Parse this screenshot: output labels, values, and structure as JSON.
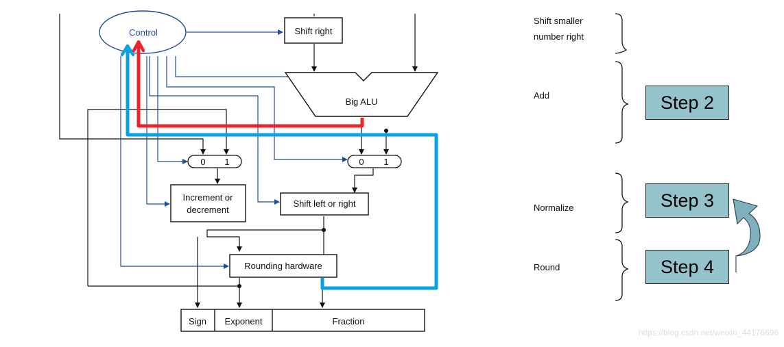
{
  "diagram": {
    "control_label": "Control",
    "shift_right_label": "Shift right",
    "big_alu_label": "Big ALU",
    "mux_zero": "0",
    "mux_one": "1",
    "increment_line1": "Increment or",
    "increment_line2": "decrement",
    "shift_left_right_label": "Shift left or right",
    "rounding_label": "Rounding hardware",
    "register": {
      "sign": "Sign",
      "exponent": "Exponent",
      "fraction": "Fraction"
    },
    "colors": {
      "wire": "#111111",
      "control_wire": "#1f4e9a",
      "control_oval": "#1f4e9a",
      "highlight_red": "#e8262b",
      "highlight_blue": "#0aa1e0",
      "step_fill": "#95c3cc"
    }
  },
  "steps": {
    "shift_line1": "Shift smaller",
    "shift_line2": "number right",
    "add": "Add",
    "normalize": "Normalize",
    "round": "Round",
    "step2": "Step 2",
    "step3": "Step 3",
    "step4": "Step 4",
    "loop_arrow_icon": "curved-loop-arrow-icon"
  },
  "watermark": "https://blog.csdn.net/weixin_44176696"
}
